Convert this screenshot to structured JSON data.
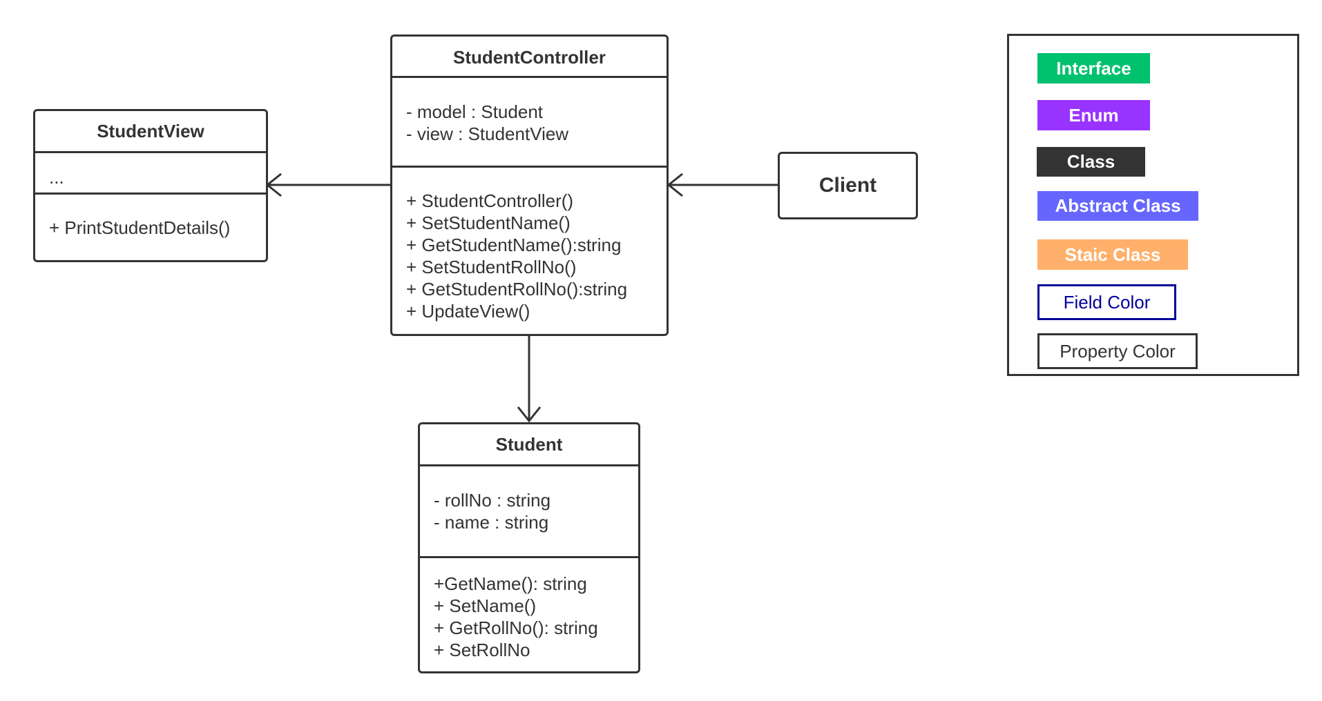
{
  "classes": {
    "controller": {
      "name": "StudentController",
      "fields": [
        "- model : Student",
        "- view : StudentView"
      ],
      "methods": [
        "+ StudentController()",
        "+ SetStudentName()",
        "+ GetStudentName():string",
        "+ SetStudentRollNo()",
        "+ GetStudentRollNo():string",
        "+ UpdateView()"
      ]
    },
    "view": {
      "name": "StudentView",
      "fields": [
        "..."
      ],
      "methods": [
        "+ PrintStudentDetails()"
      ]
    },
    "student": {
      "name": "Student",
      "fields": [
        "- rollNo : string",
        "- name : string"
      ],
      "methods": [
        "+GetName(): string",
        "+ SetName()",
        "+ GetRollNo(): string",
        "+ SetRollNo"
      ]
    },
    "client": {
      "name": "Client"
    }
  },
  "legend": [
    {
      "label": "Interface",
      "color": "#00C16E"
    },
    {
      "label": "Enum",
      "color": "#9933FF"
    },
    {
      "label": "Class",
      "color": "#333333"
    },
    {
      "label": "Abstract Class",
      "color": "#6666FF"
    },
    {
      "label": "Staic Class",
      "color": "#FFB06B"
    },
    {
      "label": "Field Color",
      "color": "#000099"
    },
    {
      "label": "Property Color",
      "color": "#333333"
    }
  ]
}
